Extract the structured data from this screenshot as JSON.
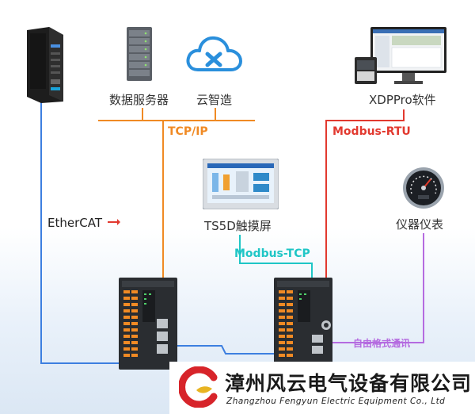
{
  "nodes": {
    "data_server": "数据服务器",
    "cloud": "云智造",
    "xdppro": "XDPPro软件",
    "touchscreen": "TS5D触摸屏",
    "instrument": "仪器仪表"
  },
  "protocols": {
    "tcp_ip": "TCP/IP",
    "modbus_rtu": "Modbus-RTU",
    "modbus_tcp": "Modbus-TCP",
    "free_format": "自由格式通讯",
    "ethercat": "EtherCAT"
  },
  "colors": {
    "tcp_ip": "#f08a24",
    "modbus_rtu": "#e2392f",
    "modbus_tcp": "#1fc6c6",
    "free_format": "#b56be0",
    "ethercat": "#3d7fe0"
  },
  "company": {
    "name_cn": "漳州风云电气设备有限公司",
    "name_en": "Zhangzhou Fengyun Electric Equipment Co., Ltd"
  }
}
